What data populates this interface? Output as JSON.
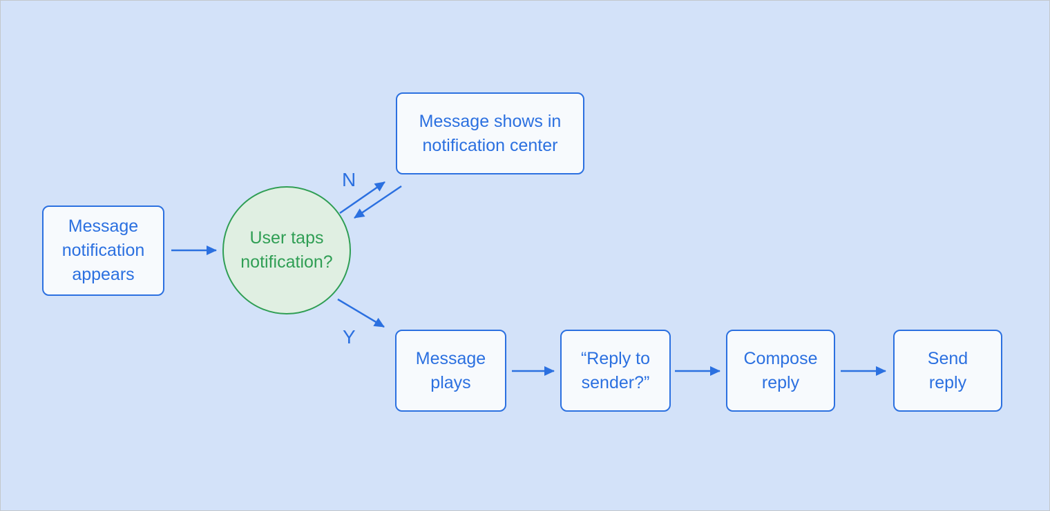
{
  "colors": {
    "background": "#d3e2f9",
    "frame_border": "#c3c7cc",
    "blue_accent": "#2b70e0",
    "node_fill": "#f7fafd",
    "green_accent": "#2f9e54",
    "decision_fill": "#e0efe2"
  },
  "diagram": {
    "nodes": [
      {
        "id": "message-notification-appears",
        "shape": "rounded-rect",
        "label": "Message\nnotification\nappears"
      },
      {
        "id": "user-taps-notification",
        "shape": "circle",
        "label": "User taps\nnotification?"
      },
      {
        "id": "message-shows-in-notification-center",
        "shape": "rounded-rect",
        "label": "Message shows in\nnotification center"
      },
      {
        "id": "message-plays",
        "shape": "rounded-rect",
        "label": "Message\nplays"
      },
      {
        "id": "reply-to-sender",
        "shape": "rounded-rect",
        "label": "“Reply to\nsender?”"
      },
      {
        "id": "compose-reply",
        "shape": "rounded-rect",
        "label": "Compose\nreply"
      },
      {
        "id": "send-reply",
        "shape": "rounded-rect",
        "label": "Send\nreply"
      }
    ],
    "edges": [
      {
        "from": "message-notification-appears",
        "to": "user-taps-notification",
        "label": "",
        "style": "arrow"
      },
      {
        "from": "user-taps-notification",
        "to": "message-shows-in-notification-center",
        "label": "N",
        "style": "double-arrow"
      },
      {
        "from": "user-taps-notification",
        "to": "message-plays",
        "label": "Y",
        "style": "arrow"
      },
      {
        "from": "message-plays",
        "to": "reply-to-sender",
        "label": "",
        "style": "arrow"
      },
      {
        "from": "reply-to-sender",
        "to": "compose-reply",
        "label": "",
        "style": "arrow"
      },
      {
        "from": "compose-reply",
        "to": "send-reply",
        "label": "",
        "style": "arrow"
      }
    ]
  }
}
